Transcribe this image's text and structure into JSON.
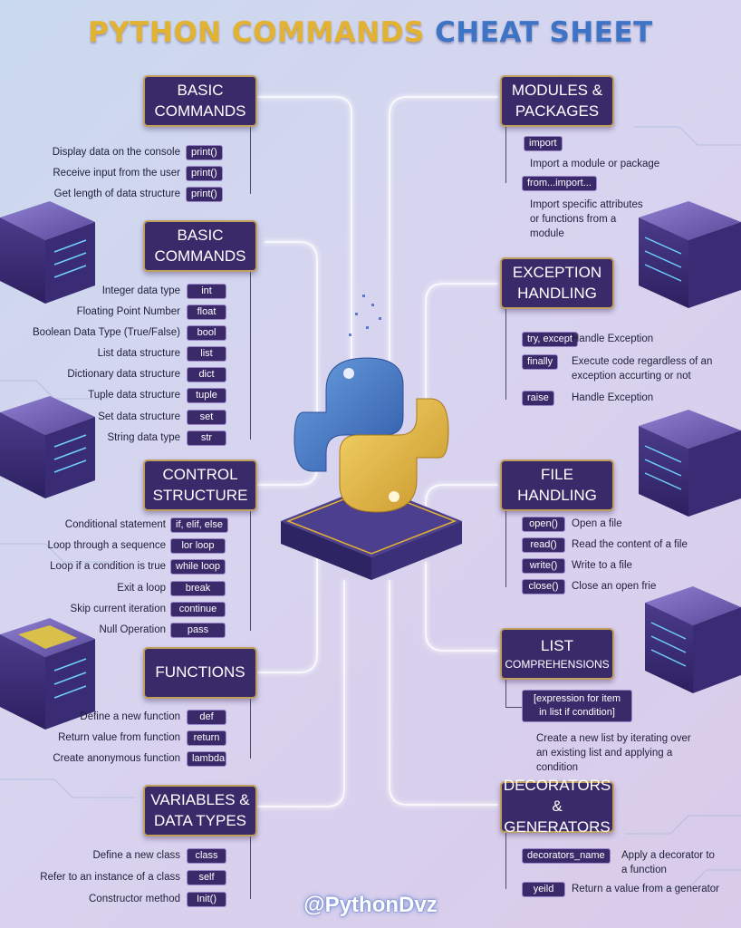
{
  "title": {
    "part1": "PYTHON COMMANDS",
    "part2": "CHEAT SHEET"
  },
  "footer": "@PythonDvz",
  "colors": {
    "accent_gold": "#e2b233",
    "accent_blue": "#3e74c6",
    "box": "#3a2a6a",
    "border": "#bf9f5b"
  },
  "left": {
    "basic1": {
      "title": "BASIC\nCOMMANDS",
      "items": [
        {
          "desc": "Display data on the console",
          "cmd": "print()"
        },
        {
          "desc": "Receive input from the user",
          "cmd": "print()"
        },
        {
          "desc": "Get length of data structure",
          "cmd": "print()"
        }
      ]
    },
    "basic2": {
      "title": "BASIC\nCOMMANDS",
      "items": [
        {
          "desc": "Integer data type",
          "cmd": "int"
        },
        {
          "desc": "Floating Point Number",
          "cmd": "float"
        },
        {
          "desc": "Boolean Data Type (True/False)",
          "cmd": "bool"
        },
        {
          "desc": "List data structure",
          "cmd": "list"
        },
        {
          "desc": "Dictionary data structure",
          "cmd": "dict"
        },
        {
          "desc": "Tuple data structure",
          "cmd": "tuple"
        },
        {
          "desc": "Set data structure",
          "cmd": "set"
        },
        {
          "desc": "String data type",
          "cmd": "str"
        }
      ]
    },
    "control": {
      "title": "CONTROL\nSTRUCTURE",
      "items": [
        {
          "desc": "Conditional statement",
          "cmd": "if, elif, else"
        },
        {
          "desc": "Loop through a sequence",
          "cmd": "lor loop"
        },
        {
          "desc": "Loop if a condition is true",
          "cmd": "while loop"
        },
        {
          "desc": "Exit a loop",
          "cmd": "break"
        },
        {
          "desc": "Skip current iteration",
          "cmd": "continue"
        },
        {
          "desc": "Null Operation",
          "cmd": "pass"
        }
      ]
    },
    "functions": {
      "title": "FUNCTIONS",
      "items": [
        {
          "desc": "Define a new function",
          "cmd": "def"
        },
        {
          "desc": "Return value from function",
          "cmd": "return"
        },
        {
          "desc": "Create anonymous function",
          "cmd": "lambda"
        }
      ]
    },
    "variables": {
      "title": "VARIABLES &\nDATA TYPES",
      "items": [
        {
          "desc": "Define a new class",
          "cmd": "class"
        },
        {
          "desc": "Refer to an instance of a class",
          "cmd": "self"
        },
        {
          "desc": "Constructor method",
          "cmd": "Init()"
        }
      ]
    }
  },
  "right": {
    "modules": {
      "title": "MODULES &\nPACKAGES",
      "items": [
        {
          "cmd": "import",
          "desc": "Import a module or package"
        },
        {
          "cmd": "from...import...",
          "desc": "Import specific attributes\nor functions from a\nmodule"
        }
      ]
    },
    "exception": {
      "title": "EXCEPTION\nHANDLING",
      "items": [
        {
          "cmd": "try, except",
          "desc": "Handle Exception"
        },
        {
          "cmd": "finally",
          "desc": "Execute code regardless of an\nexception accurting or not"
        },
        {
          "cmd": "raise",
          "desc": "Handle Exception"
        }
      ]
    },
    "file": {
      "title": "FILE\nHANDLING",
      "items": [
        {
          "cmd": "open()",
          "desc": "Open a file"
        },
        {
          "cmd": "read()",
          "desc": "Read the content of a file"
        },
        {
          "cmd": "write()",
          "desc": "Write to a file"
        },
        {
          "cmd": "close()",
          "desc": "Close an open frie"
        }
      ]
    },
    "list": {
      "title_big": "LIST",
      "title_small": "COMPREHENSIONS",
      "cmd": "[expression for item\nin list if condition]",
      "desc": "Create a new list by iterating over\nan existing list and applying a\ncondition"
    },
    "decorators": {
      "title": "DECORATORS\n& GENERATORS",
      "items": [
        {
          "cmd": "decorators_name",
          "desc": "Apply a decorator to\na function"
        },
        {
          "cmd": "yeild",
          "desc": "Return a value from a generator"
        }
      ]
    }
  }
}
